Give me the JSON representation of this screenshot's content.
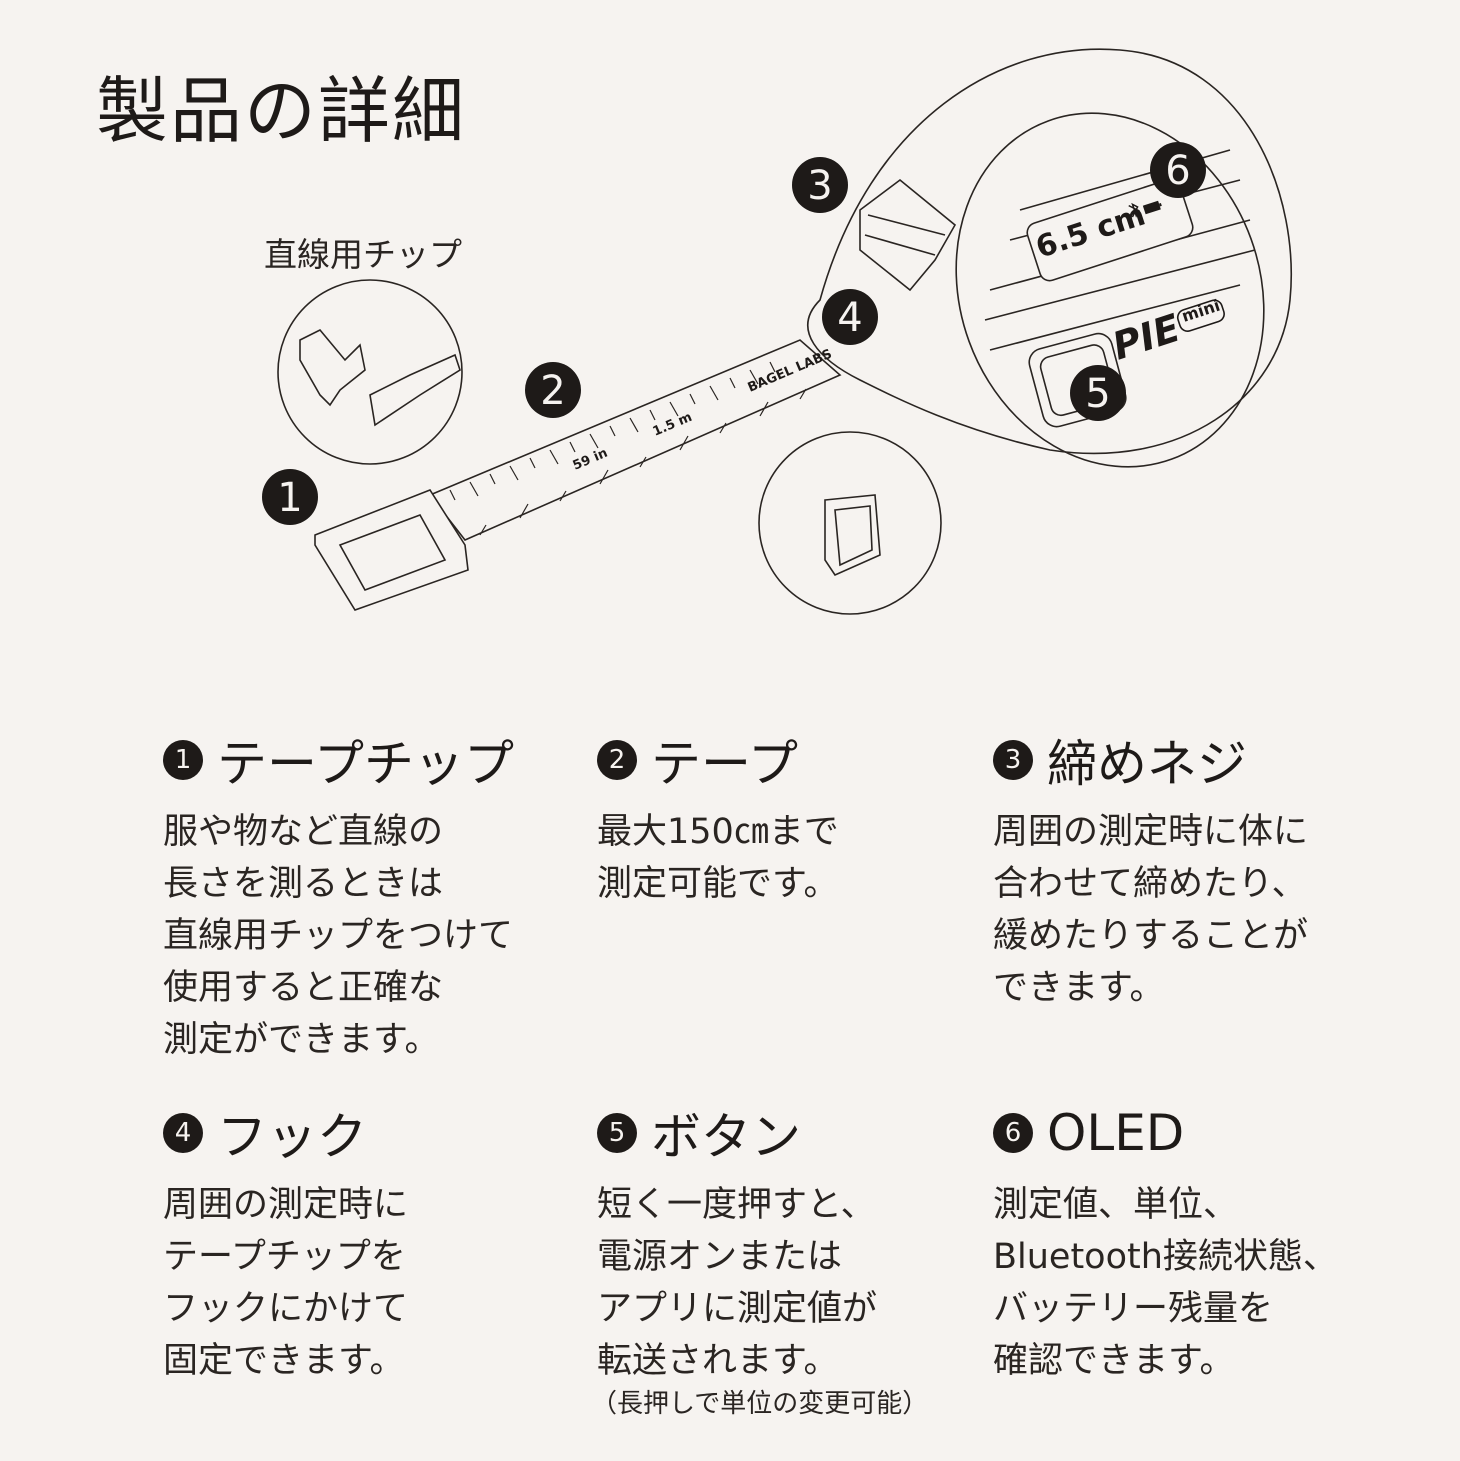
{
  "title": "製品の詳細",
  "tip_label": "直線用チップ",
  "diagram": {
    "lcd_reading": "6.5 cm",
    "brand_logo": "PIE",
    "brand_model": "mini",
    "tape_brand": "BAGEL LABS",
    "tape_marks": [
      "59 in",
      "1.5 m"
    ],
    "badges": [
      "1",
      "2",
      "3",
      "4",
      "5",
      "6"
    ],
    "icons": [
      "bluetooth-icon",
      "battery-icon"
    ]
  },
  "features": [
    {
      "num": "1",
      "name": "テープチップ",
      "desc": "服や物など直線の\n長さを測るときは\n直線用チップをつけて\n使用すると正確な\n測定ができます。"
    },
    {
      "num": "2",
      "name": "テープ",
      "desc": "最大150㎝まで\n測定可能です。"
    },
    {
      "num": "3",
      "name": "締めネジ",
      "desc": "周囲の測定時に体に\n合わせて締めたり、\n緩めたりすることが\nできます。"
    },
    {
      "num": "4",
      "name": "フック",
      "desc": "周囲の測定時に\nテープチップを\nフックにかけて\n固定できます。"
    },
    {
      "num": "5",
      "name": "ボタン",
      "desc": "短く一度押すと、\n電源オンまたは\nアプリに測定値が\n転送されます。",
      "note": "（長押しで単位の変更可能）"
    },
    {
      "num": "6",
      "name": "OLED",
      "desc": "測定値、単位、\nBluetooth接続状態、\nバッテリー残量を\n確認できます。"
    }
  ]
}
